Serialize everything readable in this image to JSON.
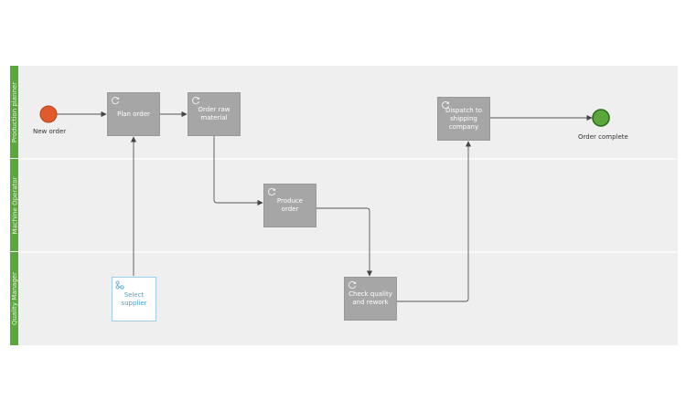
{
  "lanes": [
    {
      "label": "Production planner"
    },
    {
      "label": "Machine Operator"
    },
    {
      "label": "Quality Manager"
    }
  ],
  "events": {
    "start": {
      "label": "New order",
      "color": "#e05a2b"
    },
    "end": {
      "label": "Order complete",
      "color": "#5aa83c"
    }
  },
  "tasks": {
    "plan_order": "Plan order",
    "order_raw_material": "Order raw material",
    "produce_order": "Produce order",
    "dispatch": "Dispatch to shipping company",
    "check_quality": "Check quality and rework",
    "select_supplier": "Select supplier"
  },
  "colors": {
    "lane_bar": "#5aa83c",
    "pool_background": "#efefef",
    "task_fill": "#a6a6a6",
    "flow_line": "#555555"
  },
  "icons": {
    "task_marker": "loop-icon",
    "subprocess_marker": "subprocess-icon"
  }
}
